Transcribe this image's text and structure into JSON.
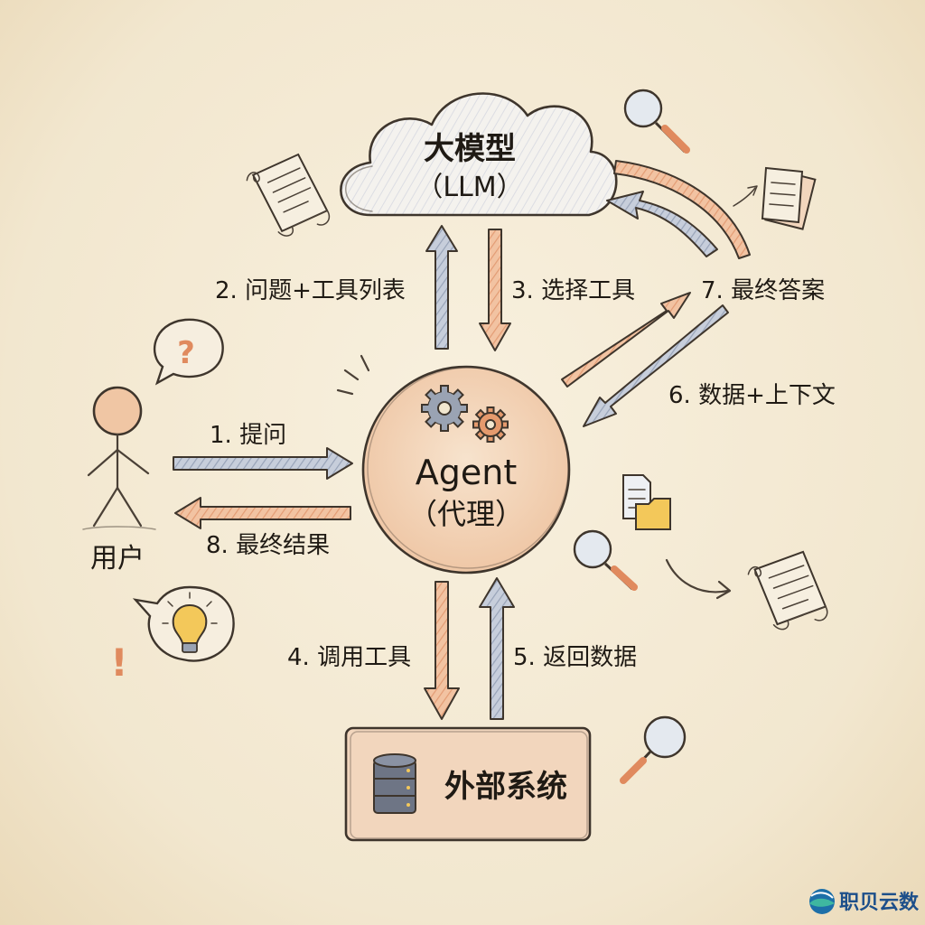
{
  "nodes": {
    "llm": {
      "title": "大模型",
      "subtitle": "（LLM）"
    },
    "agent": {
      "title": "Agent",
      "subtitle": "（代理）"
    },
    "user": {
      "label": "用户"
    },
    "external": {
      "label": "外部系统"
    }
  },
  "steps": {
    "s1": "1. 提问",
    "s2": "2. 问题+工具列表",
    "s3": "3. 选择工具",
    "s4": "4. 调用工具",
    "s5": "5. 返回数据",
    "s6": "6. 数据+上下文",
    "s7": "7. 最终答案",
    "s8": "8. 最终结果"
  },
  "bubbles": {
    "question": "?",
    "exclaim": "!"
  },
  "watermark": {
    "text": "职贝云数"
  },
  "colors": {
    "orange": "#e08a5e",
    "blue": "#8f9bb0",
    "ink": "#3e352c",
    "paper": "#f5ecd8"
  },
  "icons": [
    "gears-icon",
    "database-icon",
    "magnifier-icon",
    "scroll-icon",
    "document-icon",
    "folder-icon",
    "lightbulb-icon",
    "stick-figure-icon"
  ]
}
